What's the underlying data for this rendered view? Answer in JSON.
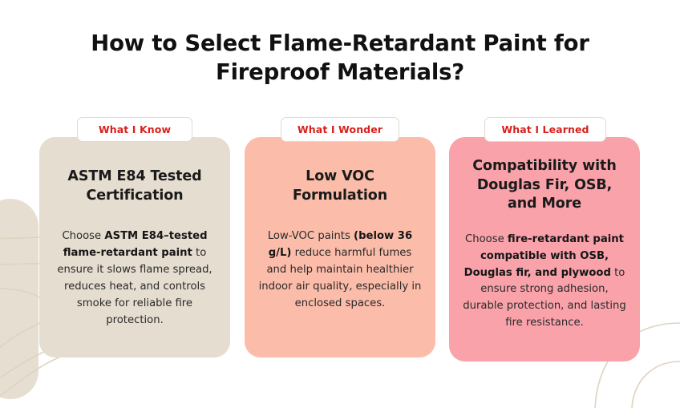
{
  "page": {
    "title_line_1": "How to Select Flame-Retardant Paint for",
    "title_line_2": "Fireproof Materials?",
    "background_color": "#FFFFFF",
    "accent_red": "#D9201C",
    "heading_color": "#1A1A1A",
    "decor_color": "#E2D9C9"
  },
  "cards": [
    {
      "badge": "What I Know",
      "heading": "ASTM E84 Tested Certification",
      "body_segments": [
        {
          "text": "Choose ",
          "bold": false
        },
        {
          "text": "ASTM E84–tested flame-retardant paint",
          "bold": true
        },
        {
          "text": " to ensure it slows flame spread, reduces heat, and controls smoke for reliable fire protection.",
          "bold": false
        }
      ],
      "background_color": "#E5DDCF"
    },
    {
      "badge": "What I Wonder",
      "heading": "Low VOC Formulation",
      "body_segments": [
        {
          "text": "Low-VOC paints ",
          "bold": false
        },
        {
          "text": "(below 36 g/L)",
          "bold": true
        },
        {
          "text": " reduce harmful fumes and help maintain healthier indoor air quality, especially in enclosed spaces.",
          "bold": false
        }
      ],
      "background_color": "#FBBCA9"
    },
    {
      "badge": "What I Learned",
      "heading": "Compatibility with Douglas Fir, OSB, and More",
      "body_segments": [
        {
          "text": "Choose ",
          "bold": false
        },
        {
          "text": "fire-retardant paint compatible with OSB, Douglas fir, and plywood",
          "bold": true
        },
        {
          "text": " to ensure strong adhesion, durable protection, and lasting fire resistance.",
          "bold": false
        }
      ],
      "background_color": "#F9A2AA"
    }
  ]
}
